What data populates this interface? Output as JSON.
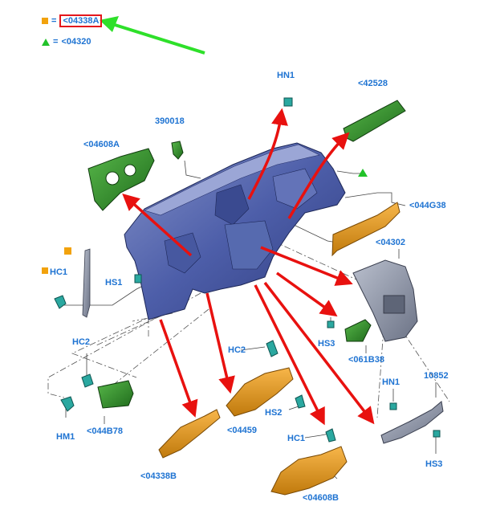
{
  "legend": {
    "square": {
      "eq": "=",
      "ref": "<04338A",
      "color": "#f2a20c"
    },
    "triangle": {
      "eq": "=",
      "ref": "<04320",
      "color": "#22c22a"
    }
  },
  "highlight_arrow_color": "#2ee02a",
  "explode_arrow_color": "#e8110f",
  "labels": {
    "hn1_top": "HN1",
    "p42528": "<42528",
    "p390018": "390018",
    "p04608A": "<04608A",
    "p044G38": "<044G38",
    "p04302": "<04302",
    "hc1_left": "HC1",
    "hs1": "HS1",
    "hs3_mid": "HS3",
    "p061B38": "<061B38",
    "hc2_left": "HC2",
    "hc2_mid": "HC2",
    "hs2": "HS2",
    "hn1_right": "HN1",
    "p10852": "10852",
    "p044B78": "<044B78",
    "hm1": "HM1",
    "p04459": "<04459",
    "hc1_mid": "HC1",
    "hs3_right": "HS3",
    "p04338B": "<04338B",
    "p04608B": "<04608B"
  },
  "colors": {
    "label": "#1e73d2",
    "dash_body": "#4a5fb0",
    "green_part": "#2f8f2a",
    "orange_part": "#e39a1a",
    "grey_part": "#8f96a8",
    "teal_clip": "#2aa8a0"
  }
}
